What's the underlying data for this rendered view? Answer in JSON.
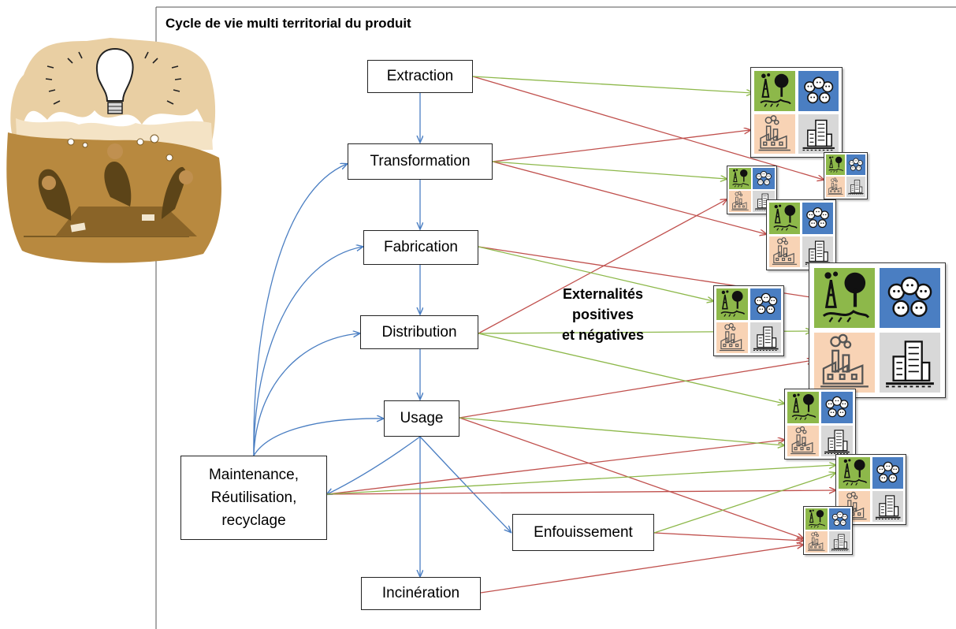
{
  "title": "Cycle de vie multi territorial du produit",
  "externalities_label": [
    "Externalités",
    "positives",
    "et négatives"
  ],
  "stages": {
    "extraction": "Extraction",
    "transformation": "Transformation",
    "fabrication": "Fabrication",
    "distribution": "Distribution",
    "usage": "Usage",
    "maintenance": [
      "Maintenance,",
      "Réutilisation,",
      "recyclage"
    ],
    "enfouissement": "Enfouissement",
    "incineration": "Incinération"
  },
  "impact_icons": [
    "environment-icon",
    "society-icon",
    "industry-icon",
    "city-icon"
  ],
  "colors": {
    "flow": "#4a7ec2",
    "positive": "#8db84a",
    "negative": "#c0504d",
    "env_tile": "#8db84a",
    "soc_tile": "#4a7ec2",
    "ind_tile": "#f8d3b5",
    "urb_tile": "#d8d8d8",
    "bubble": "#e6c79a",
    "scene": "#b8893f"
  }
}
